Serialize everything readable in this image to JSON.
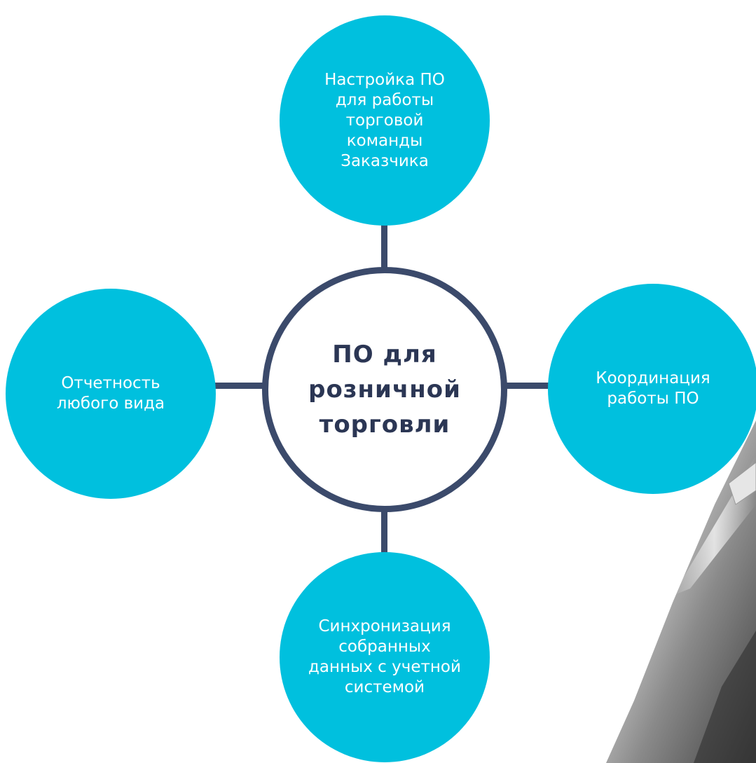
{
  "center": {
    "label": "ПО для\nрозничной\nторговли"
  },
  "nodes": {
    "top": "Настройка ПО\nдля работы\nторговой\nкоманды\nЗаказчика",
    "left": "Отчетность\nлюбого вида",
    "right": "Координация\nработы ПО",
    "bottom": "Синхронизация\nсобранных\nданных с учетной\nсистемой"
  },
  "colors": {
    "node_fill": "#00c0de",
    "center_border": "#3b4a6b",
    "center_text": "#2b3654",
    "connector": "#3b4a6b"
  },
  "icons": {
    "background_photo": "laptop-photo"
  }
}
